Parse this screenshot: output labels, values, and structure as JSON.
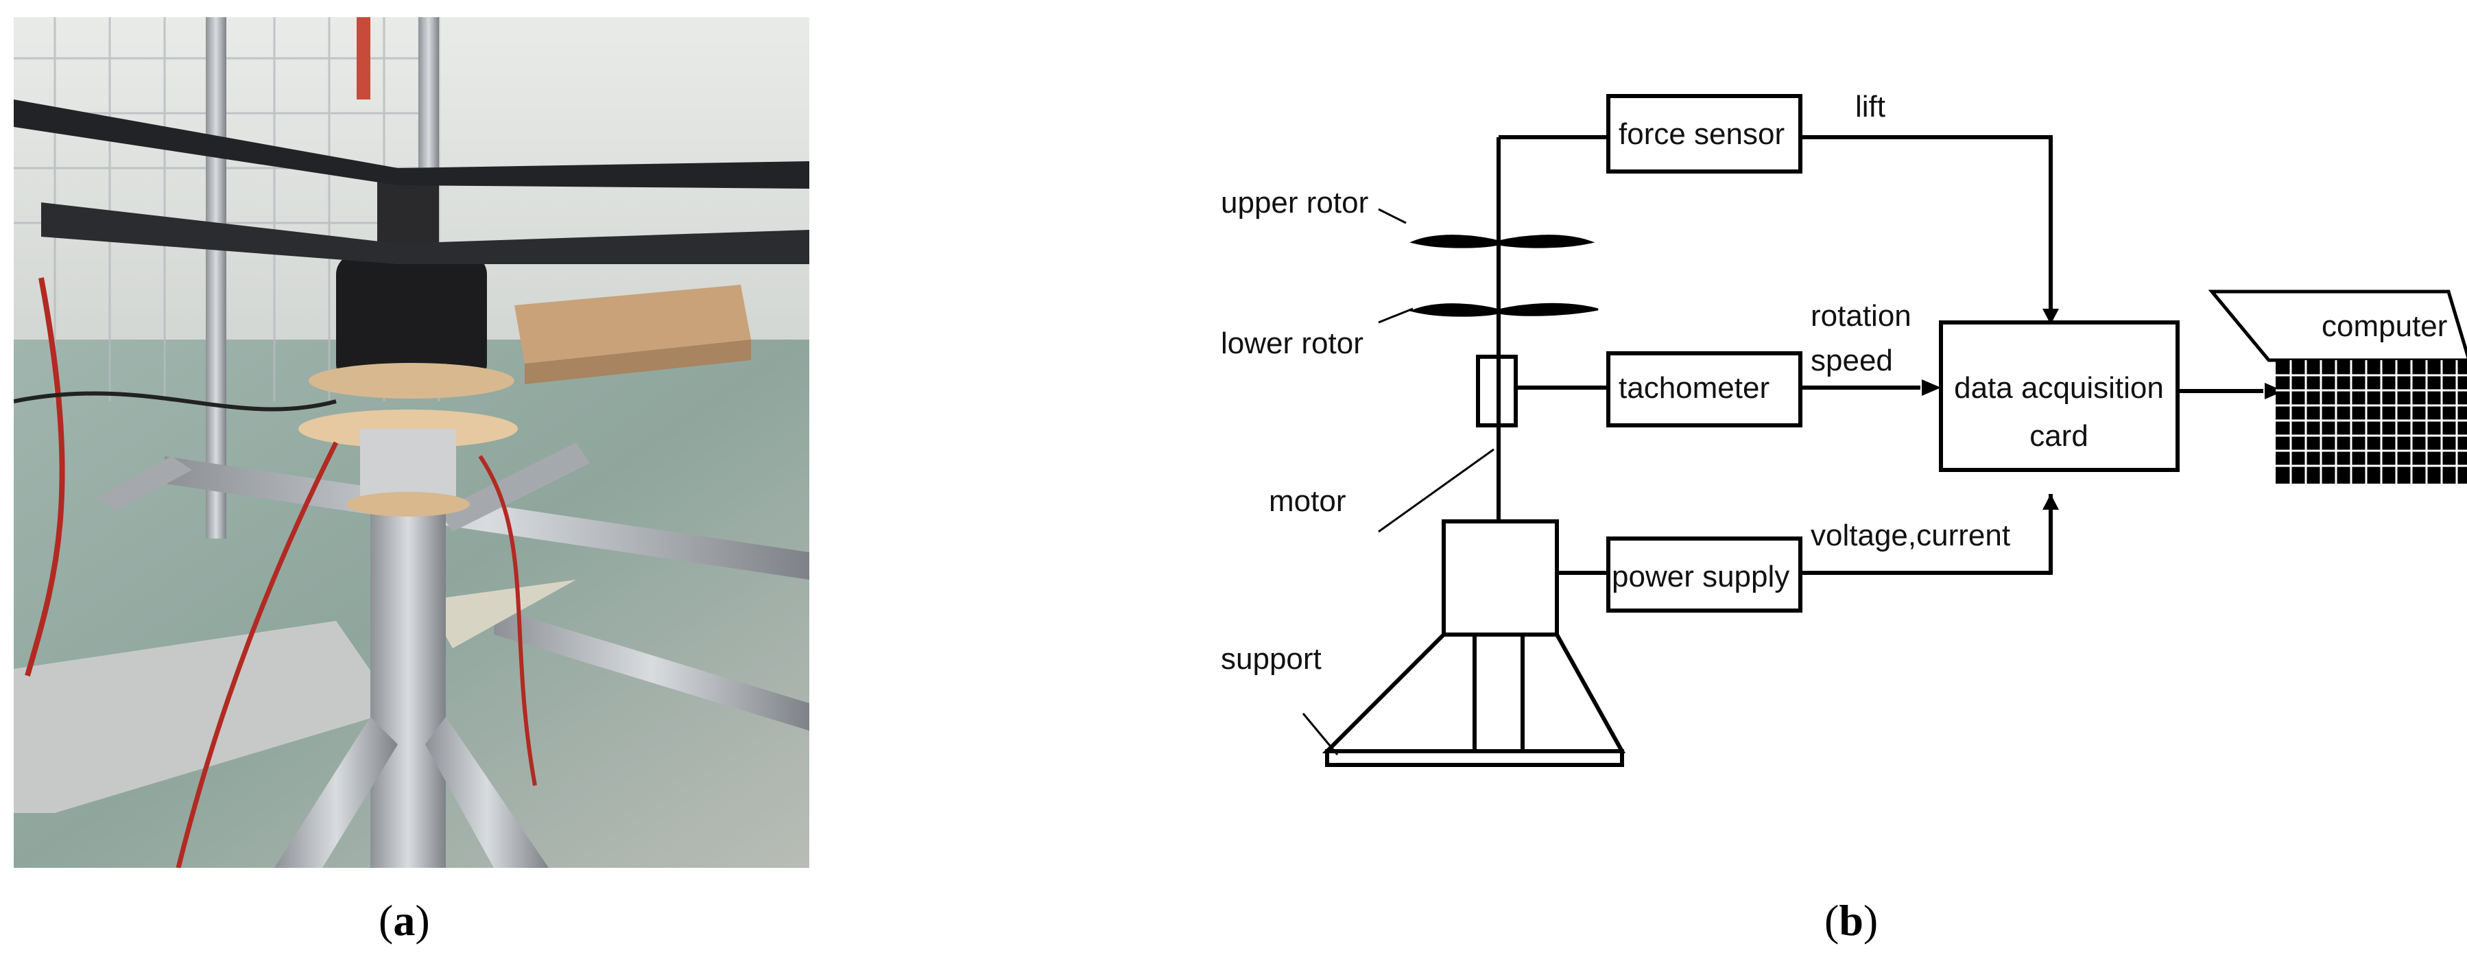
{
  "captions": {
    "a": "a",
    "b": "b"
  },
  "diagram": {
    "force_sensor": "force sensor",
    "lift": "lift",
    "upper_rotor": "upper rotor",
    "lower_rotor": "lower rotor",
    "rotation": "rotation",
    "speed": "speed",
    "tachometer": "tachometer",
    "daq_line1": "data acquisition",
    "daq_line2": "card",
    "computer": "computer",
    "motor": "motor",
    "power_supply": "power supply",
    "voltage_current": "voltage,current",
    "support": "support"
  }
}
